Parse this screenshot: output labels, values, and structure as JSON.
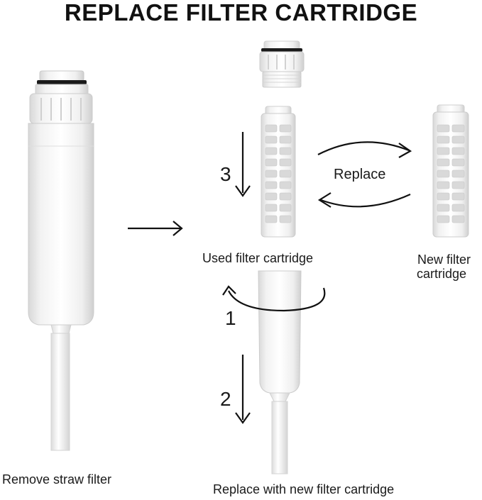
{
  "title": "REPLACE FILTER CARTRIDGE",
  "labels": {
    "remove_straw": "Remove straw filter",
    "used_cartridge": "Used filter cartridge",
    "new_cartridge_line1": "New filter",
    "new_cartridge_line2": "cartridge",
    "replace": "Replace",
    "replace_with_new": "Replace with new filter cartridge"
  },
  "steps": {
    "one": "1",
    "two": "2",
    "three": "3"
  },
  "colors": {
    "body": "#f4f4f4",
    "shade": "#d9d9d9",
    "outline": "#c8c8c8",
    "dark_ring": "#1a1a1a",
    "arrow": "#111111"
  }
}
